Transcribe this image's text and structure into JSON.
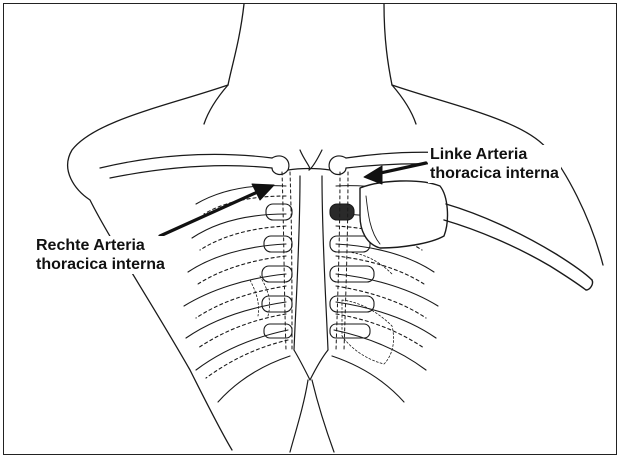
{
  "labels": {
    "right_artery": {
      "line1": "Rechte Arteria",
      "line2": "thoracica interna"
    },
    "left_artery": {
      "line1": "Linke Arteria",
      "line2": "thoracica interna"
    }
  },
  "colors": {
    "ink": "#1a1a1a",
    "paper": "#ffffff",
    "border": "#222222"
  }
}
